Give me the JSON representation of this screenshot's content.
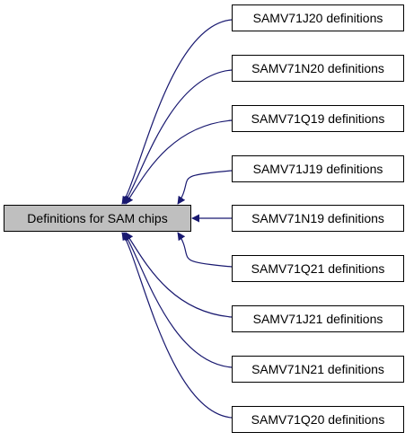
{
  "diagram": {
    "main_node": {
      "label": "Definitions for SAM chips",
      "fill": "#bfbfbf"
    },
    "edge_color": "#191970",
    "children": [
      {
        "label": "SAMV71J20 definitions"
      },
      {
        "label": "SAMV71N20 definitions"
      },
      {
        "label": "SAMV71Q19 definitions"
      },
      {
        "label": "SAMV71J19 definitions"
      },
      {
        "label": "SAMV71N19 definitions"
      },
      {
        "label": "SAMV71Q21 definitions"
      },
      {
        "label": "SAMV71J21 definitions"
      },
      {
        "label": "SAMV71N21 definitions"
      },
      {
        "label": "SAMV71Q20 definitions"
      }
    ]
  }
}
